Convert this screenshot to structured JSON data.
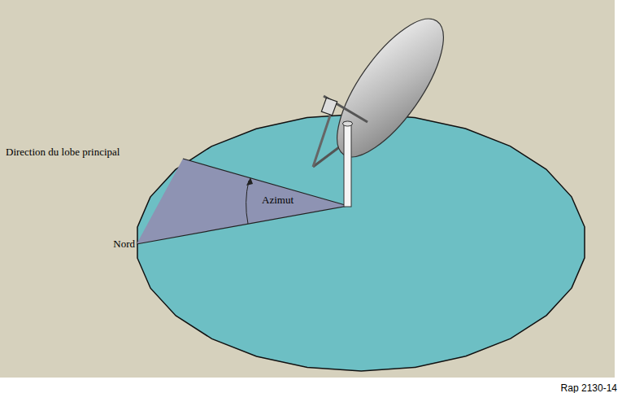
{
  "diagram": {
    "labels": [
      "Direction du lobe principal",
      "Azimut",
      "Nord",
      "Rap 2130-14"
    ]
  }
}
